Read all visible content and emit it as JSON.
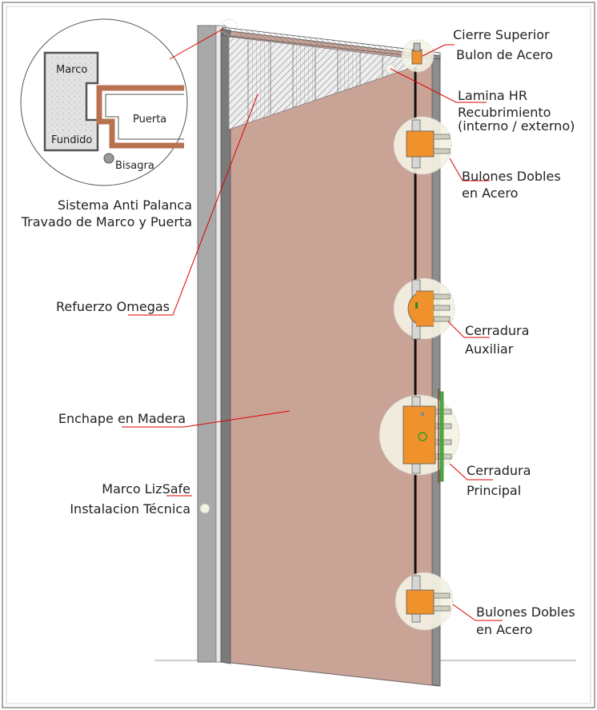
{
  "inset": {
    "marco": "Marco",
    "puerta": "Puerta",
    "fundido": "Fundido",
    "bisagra": "Bisagra"
  },
  "labels": {
    "sistema_line1": "Sistema Anti Palanca",
    "sistema_line2": "Travado de Marco y Puerta",
    "refuerzo": "Refuerzo Omegas",
    "enchape": "Enchape en Madera",
    "marco_line1": "Marco LizSafe",
    "marco_line2": "Instalacion Técnica",
    "cierre_line1": "Cierre Superior",
    "cierre_line2": "Bulon de Acero",
    "lamina_line1": "Lamina HR",
    "lamina_line2": "Recubrimiento",
    "lamina_line3": "(interno / externo)",
    "bulones1_line1": "Bulones Dobles",
    "bulones1_line2": "en Acero",
    "aux_line1": "Cerradura",
    "aux_line2": "Auxiliar",
    "principal_line1": "Cerradura",
    "principal_line2": "Principal",
    "bulones2_line1": "Bulones Dobles",
    "bulones2_line2": "en Acero"
  },
  "colors": {
    "door": "#c9a396",
    "frame": "#a7a7a7",
    "lock": "#f0922c",
    "leader": "#e00000",
    "panel_brown": "#b9724f"
  }
}
